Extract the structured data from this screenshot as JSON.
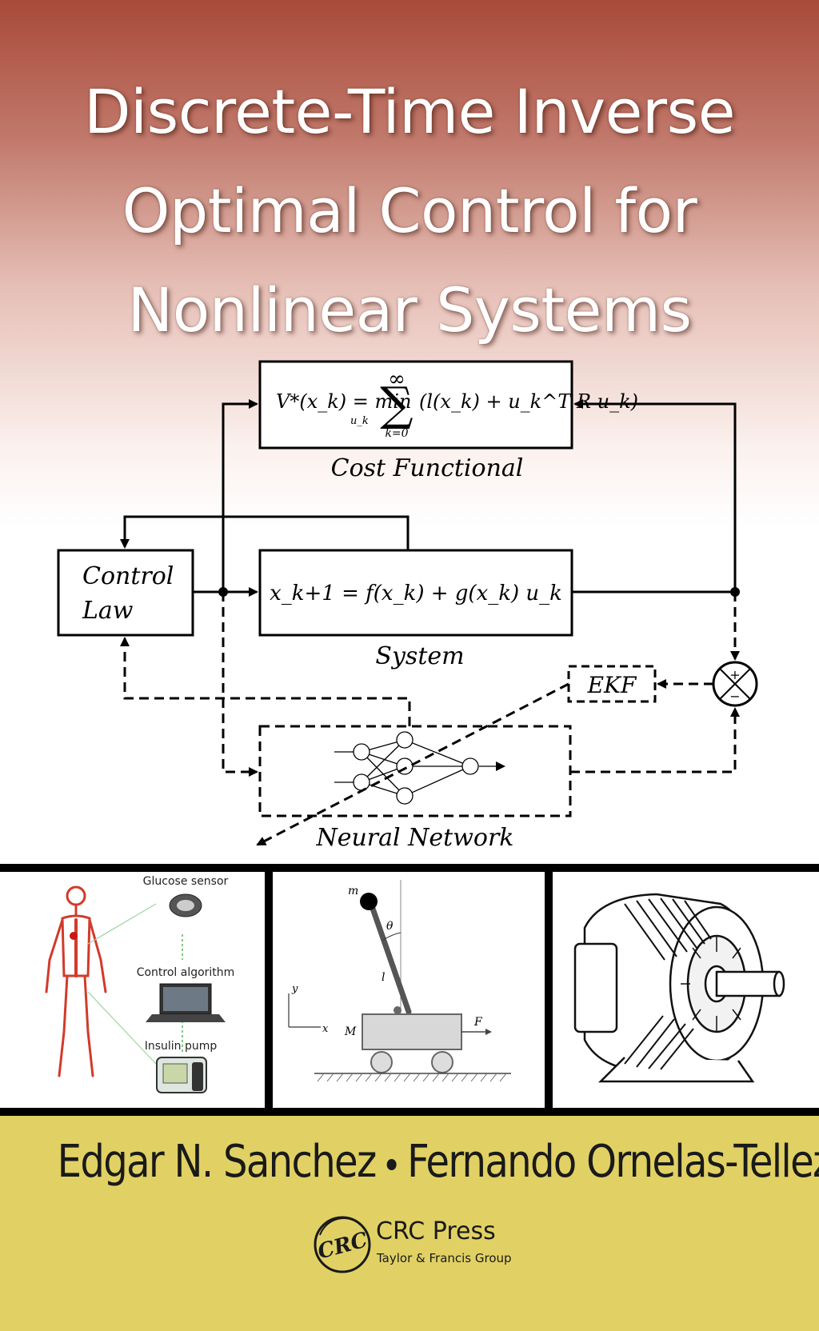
{
  "cover": {
    "title_lines": [
      "Discrete-Time Inverse",
      "Optimal Control for",
      "Nonlinear Systems"
    ],
    "authors": {
      "first": "Edgar N. Sanchez",
      "second": "Fernando Ornelas-Tellez"
    },
    "publisher": {
      "logo_text": "CRC",
      "name": "CRC Press",
      "group": "Taylor & Francis Group"
    }
  },
  "diagram": {
    "cost_formula_lhs": "V*(x_k) = min",
    "cost_formula_sub": "u_k",
    "cost_sum_top": "∞",
    "cost_sum_bottom": "k=0",
    "cost_formula_rhs": "(l(x_k) + u_k^T R u_k)",
    "cost_label": "Cost Functional",
    "control_law_label": [
      "Control",
      "Law"
    ],
    "system_formula": "x_k+1 = f(x_k) + g(x_k) u_k",
    "system_label": "System",
    "ekf_label": "EKF",
    "nn_label": "Neural Network",
    "sum_signs": [
      "+",
      "−"
    ]
  },
  "illustrations": {
    "glucose": {
      "labels": [
        "Glucose sensor",
        "Control algorithm",
        "Insulin pump"
      ]
    },
    "pendulum": {
      "labels": {
        "mass_top": "m",
        "angle": "θ",
        "length": "l",
        "y_axis": "y",
        "x_axis": "x",
        "cart_mass": "M",
        "force": "F"
      }
    },
    "motor": {}
  }
}
